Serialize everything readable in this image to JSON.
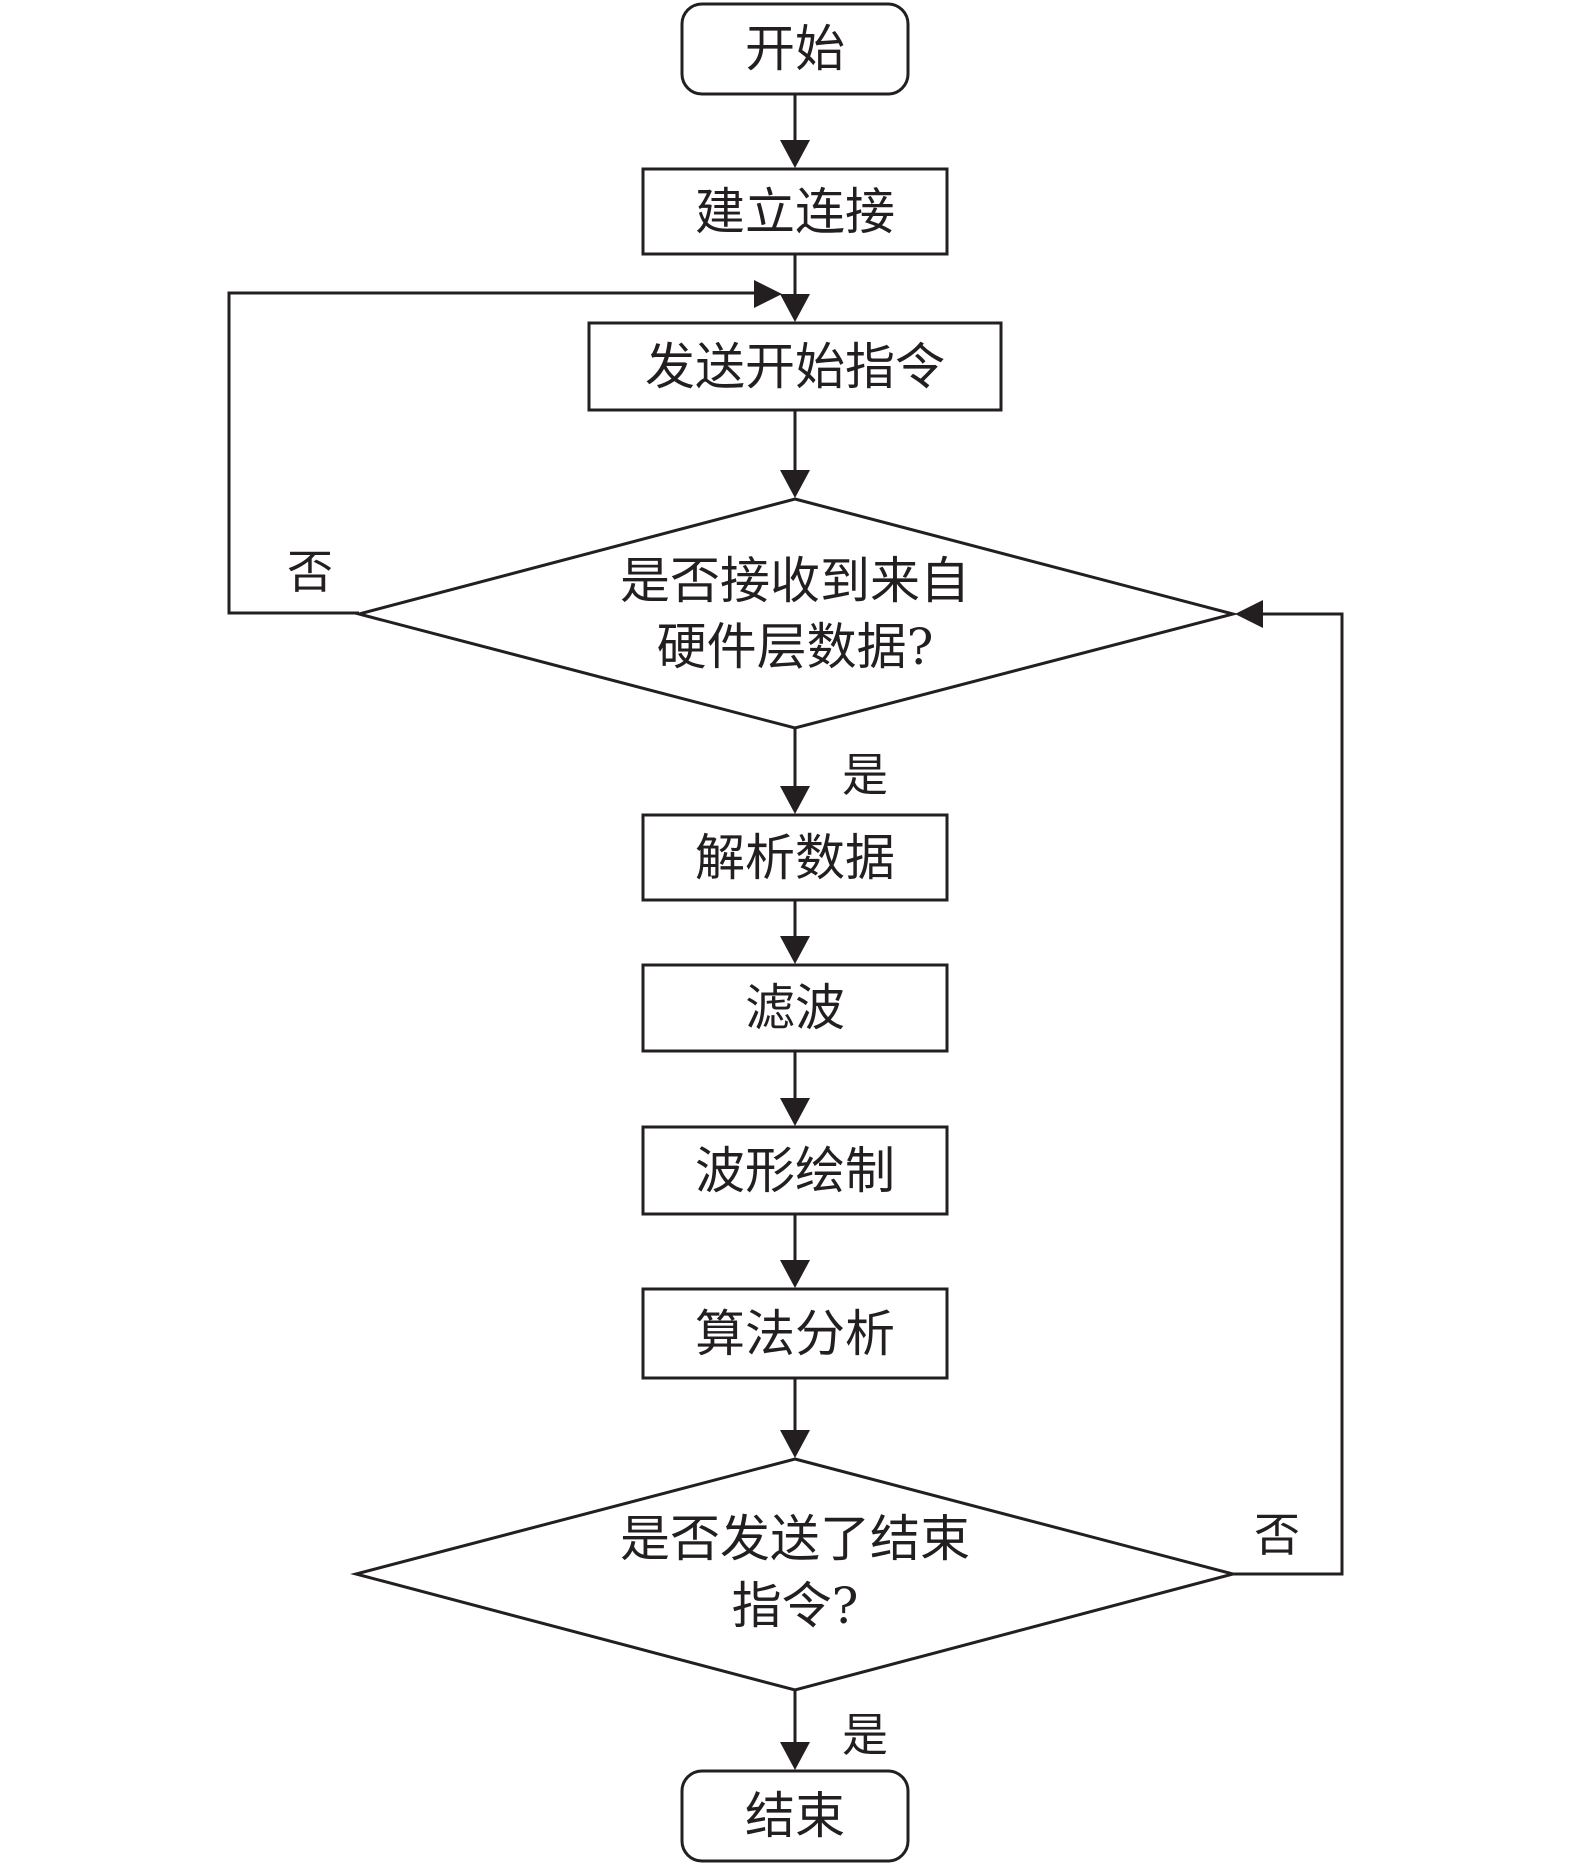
{
  "colors": {
    "ink": "#231f20",
    "background": "#ffffff"
  },
  "nodes": {
    "start": {
      "label": "开始"
    },
    "connect": {
      "label": "建立连接"
    },
    "send_start": {
      "label": "发送开始指令"
    },
    "check_data": {
      "line1": "是否接收到来自",
      "line2": "硬件层数据?"
    },
    "parse": {
      "label": "解析数据"
    },
    "filter": {
      "label": "滤波"
    },
    "waveform": {
      "label": "波形绘制"
    },
    "analysis": {
      "label": "算法分析"
    },
    "check_end": {
      "line1": "是否发送了结束",
      "line2": "指令?"
    },
    "end": {
      "label": "结束"
    }
  },
  "edges": {
    "check_data_no": "否",
    "check_data_yes": "是",
    "check_end_no": "否",
    "check_end_yes": "是"
  }
}
